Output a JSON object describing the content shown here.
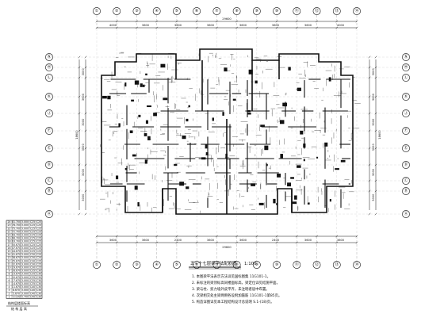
{
  "axes": {
    "top": [
      "①",
      "②",
      "③",
      "④",
      "⑤",
      "⑥",
      "⑦",
      "⑧",
      "⑨",
      "⑩",
      "⑪",
      "⑫",
      "⑬",
      "⑭"
    ],
    "bottom": [
      "①",
      "②",
      "③",
      "④",
      "⑤",
      "⑥",
      "⑦",
      "⑧",
      "⑨",
      "⑩",
      "⑪",
      "⑫",
      "⑬",
      "⑭"
    ],
    "left": [
      "Ⓝ",
      "Ⓜ",
      "Ⓛ",
      "Ⓚ",
      "Ⓙ",
      "Ⓕ",
      "Ⓔ",
      "Ⓓ",
      "Ⓒ",
      "Ⓑ",
      "Ⓐ"
    ],
    "right": [
      "Ⓝ",
      "Ⓜ",
      "Ⓛ",
      "Ⓚ",
      "Ⓙ",
      "Ⓕ",
      "Ⓔ",
      "Ⓓ",
      "Ⓒ",
      "Ⓑ",
      "Ⓐ"
    ]
  },
  "dimensions": {
    "top_overall": "29600",
    "bottom_overall": "29600",
    "top_segments": [
      "4000",
      "3600",
      "3600",
      "3600",
      "3600",
      "3600",
      "3600",
      "4000"
    ],
    "bottom_segments": [
      "3600",
      "3600",
      "2400",
      "3600",
      "3600",
      "2400",
      "3600",
      "3600"
    ],
    "side_segments": [
      "3000",
      "3600",
      "3000",
      "3000",
      "3000",
      "3000"
    ],
    "side_overall": "18600"
  },
  "notes": {
    "title": "五~十七层梁平法配筋图",
    "scale": "1:100",
    "items": [
      "1. 本图梁平法表示方法详见国标图集 11G101-1。",
      "2. 未标注的梁顶标高同楼面标高，梁定位详见结施平面。",
      "3. 梁与柱、剪力墙外皮平齐，未注明者居中布置。",
      "4. 次梁相交处主梁两侧各设附加箍筋 11G101-1第85页。",
      "5. 构造详图详见本工程结构设计总说明 S.1-(18)页。"
    ]
  },
  "table": {
    "caption": "结构层楼面标高",
    "subcaption": "结 构 层 高",
    "rows": [
      [
        "24",
        "81.700",
        "3.000",
        "C25",
        "C25"
      ],
      [
        "23",
        "78.700",
        "3.000",
        "C25",
        "C25"
      ],
      [
        "22",
        "75.700",
        "3.000",
        "C25",
        "C25"
      ],
      [
        "21",
        "72.700",
        "3.000",
        "C25",
        "C25"
      ],
      [
        "20",
        "69.700",
        "3.000",
        "C25",
        "C25"
      ],
      [
        "19",
        "66.700",
        "3.000",
        "C25",
        "C25"
      ],
      [
        "18",
        "63.700",
        "3.000",
        "C25",
        "C25"
      ],
      [
        "17",
        "50.670",
        "3.000",
        "C25",
        "C25"
      ],
      [
        "16",
        "47.670",
        "3.000",
        "C25",
        "C25"
      ],
      [
        "15",
        "44.670",
        "3.000",
        "C25",
        "C25"
      ],
      [
        "14",
        "41.670",
        "3.000",
        "C30",
        "C25"
      ],
      [
        "13",
        "38.670",
        "3.000",
        "C30",
        "C25"
      ],
      [
        "12",
        "35.670",
        "3.000",
        "C30",
        "C25"
      ],
      [
        "11",
        "32.670",
        "3.000",
        "C30",
        "C25"
      ],
      [
        "10",
        "29.670",
        "3.000",
        "C30",
        "C25"
      ],
      [
        "9",
        "26.670",
        "3.000",
        "C35",
        "C30"
      ],
      [
        "8",
        "23.670",
        "3.000",
        "C35",
        "C30"
      ],
      [
        "7",
        "20.670",
        "3.000",
        "C35",
        "C30"
      ],
      [
        "6",
        "17.670",
        "3.000",
        "C35",
        "C30"
      ],
      [
        "5",
        "14.670",
        "3.000",
        "C35",
        "C30"
      ],
      [
        "4",
        "11.670",
        "3.000",
        "C40",
        "C30"
      ],
      [
        "3",
        "8.670",
        "3.000",
        "C40",
        "C30"
      ],
      [
        "2",
        "5.670",
        "3.000",
        "C40",
        "C30"
      ],
      [
        "1",
        "-0.030",
        "5.700",
        "C40",
        "C30"
      ]
    ]
  }
}
